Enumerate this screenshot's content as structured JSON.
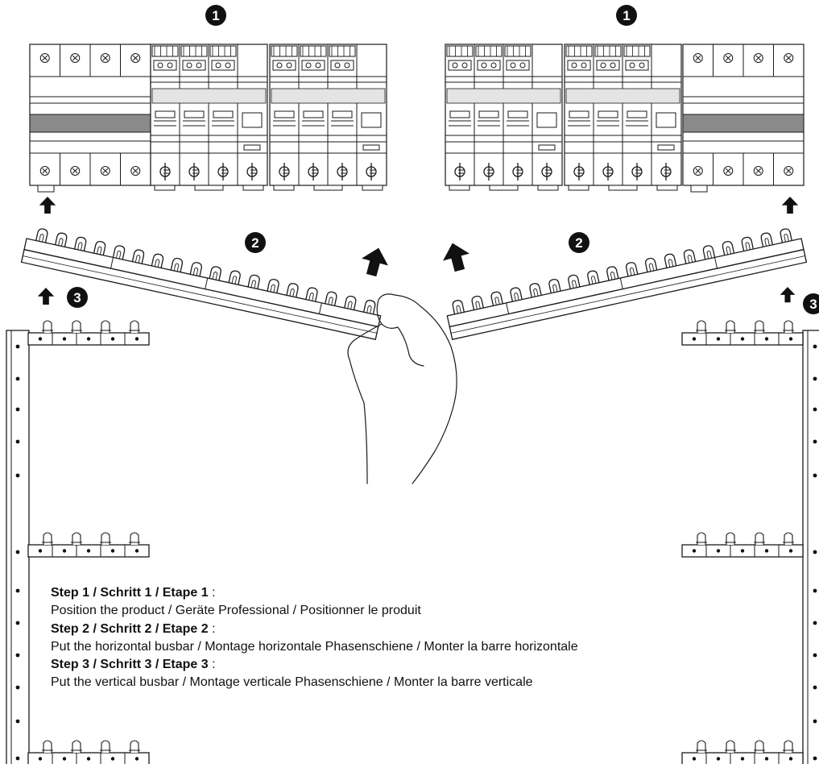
{
  "callouts": {
    "one": "1",
    "two": "2",
    "three": "3"
  },
  "steps": [
    {
      "title": "Step 1 / Schritt 1 / Etape 1",
      "sep": " :",
      "description": "Position the product / Geräte Professional / Positionner le produit"
    },
    {
      "title": "Step 2 / Schritt 2 / Etape 2",
      "sep": " :",
      "description": "Put the horizontal busbar / Montage horizontale Phasenschiene / Monter la barre horizontale"
    },
    {
      "title": "Step 3 / Schritt 3 / Etape 3",
      "sep": " :",
      "description": "Put the vertical busbar / Montage verticale Phasenschiene / Monter la barre verticale"
    }
  ],
  "colors": {
    "line": "#1a1a1a",
    "fill": "#ffffff",
    "accent": "#111111",
    "gray_bar": "#8a8a8a",
    "light_gray": "#e4e4e4"
  },
  "icons": [
    "arrow-up-icon",
    "numbered-badge-icon",
    "hand-icon",
    "terminal-screw-icon",
    "busbar-comb-icon"
  ]
}
